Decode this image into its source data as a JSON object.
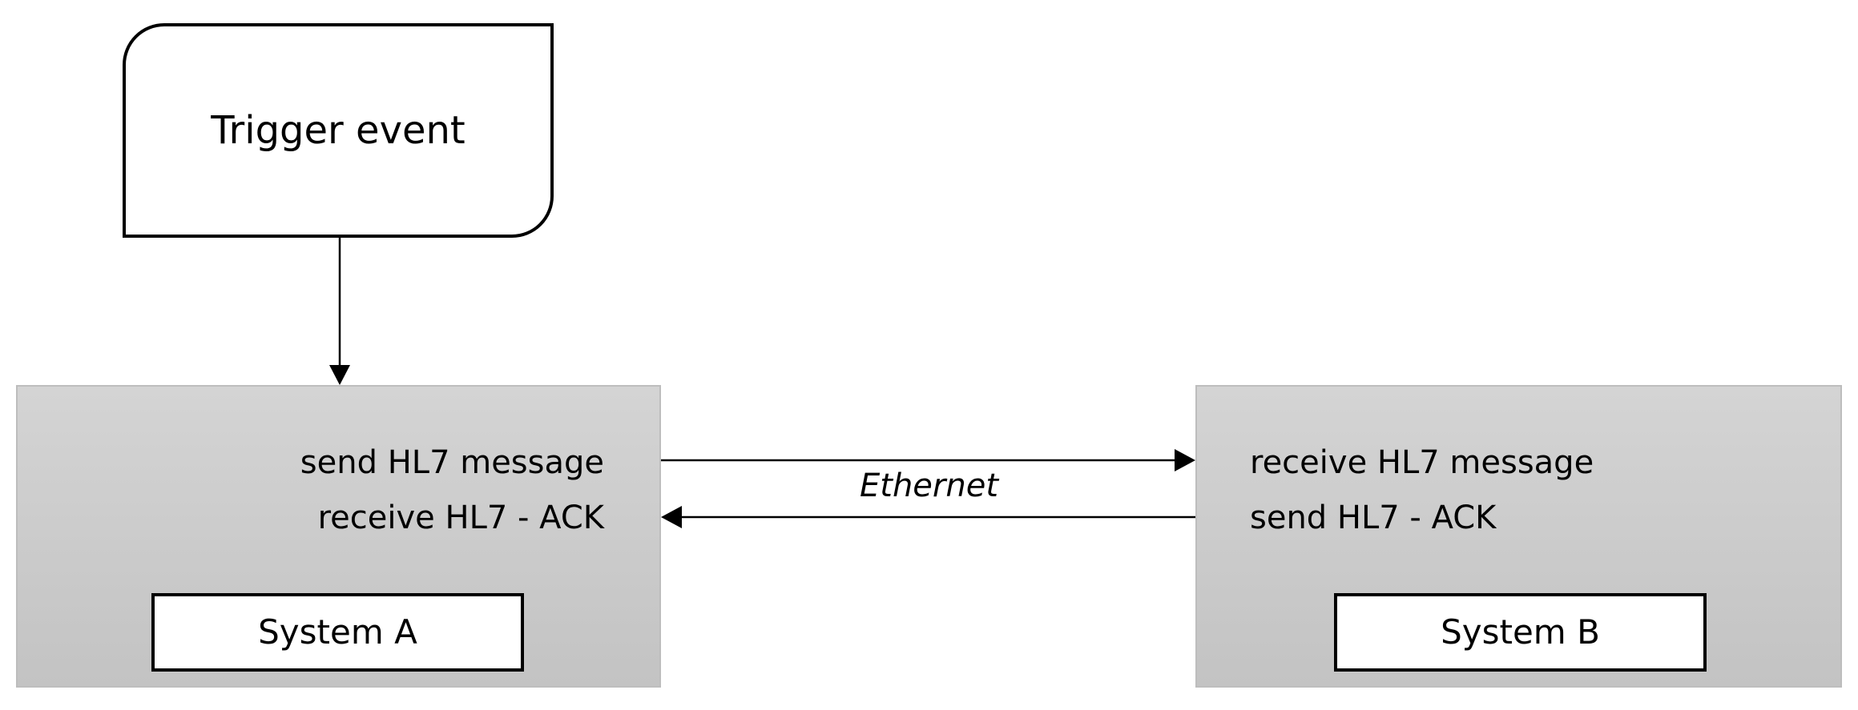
{
  "trigger": {
    "label": "Trigger event"
  },
  "system_a": {
    "name": "System A",
    "send_message": "send HL7 message",
    "receive_ack": "receive HL7 - ACK"
  },
  "system_b": {
    "name": "System B",
    "receive_message": "receive HL7 message",
    "send_ack": "send HL7 - ACK"
  },
  "link": {
    "label": "Ethernet"
  },
  "colors": {
    "panel_fill_top": "#d4d4d4",
    "panel_fill_bottom": "#c3c3c3",
    "panel_border": "#bdbdbd",
    "line": "#000000"
  }
}
